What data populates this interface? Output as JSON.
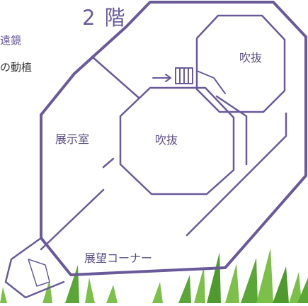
{
  "floor_label": "2 階",
  "legend": {
    "line1": "遠鏡",
    "line2": "の動植"
  },
  "rooms": {
    "atrium_upper": "吹抜",
    "atrium_center": "吹抜",
    "exhibition": "展示室",
    "observation": "展望コーナー"
  },
  "colors": {
    "wall": "#6a5a9a",
    "grass": "#7cc04a",
    "grass_dark": "#4e9a2c"
  }
}
